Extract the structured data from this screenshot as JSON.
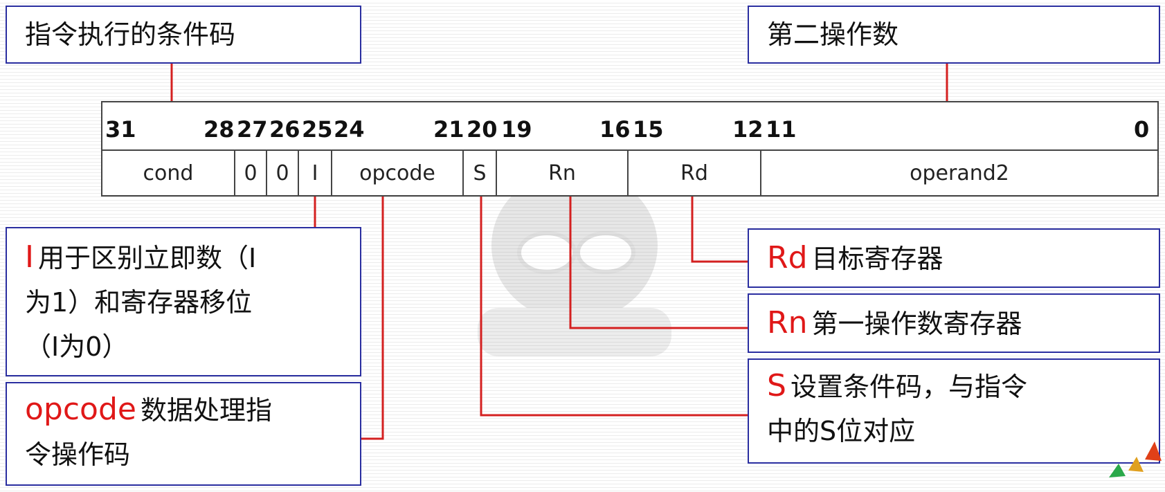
{
  "top_labels": {
    "condition_code": "指令执行的条件码",
    "second_operand": "第二操作数"
  },
  "bit_numbers": [
    "31",
    "28",
    "27",
    "26",
    "25",
    "24",
    "21",
    "20",
    "19",
    "16",
    "15",
    "12",
    "11",
    "0"
  ],
  "fields": {
    "cond": "cond",
    "zero_a": "0",
    "zero_b": "0",
    "i": "I",
    "opcode": "opcode",
    "s": "S",
    "rn": "Rn",
    "rd": "Rd",
    "operand2": "operand2"
  },
  "annotations": {
    "i_bit": {
      "key": "I",
      "line1": "用于区别立即数（I",
      "line2": "为1）和寄存器移位",
      "line3": "（I为0）"
    },
    "opcode": {
      "key": "opcode",
      "line1": "数据处理指",
      "line2": "令操作码"
    },
    "rd": {
      "key": "Rd",
      "text": "目标寄存器"
    },
    "rn": {
      "key": "Rn",
      "text": "第一操作数寄存器"
    },
    "s": {
      "key": "S",
      "line1": "设置条件码，与指令",
      "line2": "中的S位对应"
    }
  },
  "colors": {
    "box_border": "#2a2ea0",
    "highlight": "#e01818",
    "connector": "#d42020",
    "table_border": "#444444"
  }
}
